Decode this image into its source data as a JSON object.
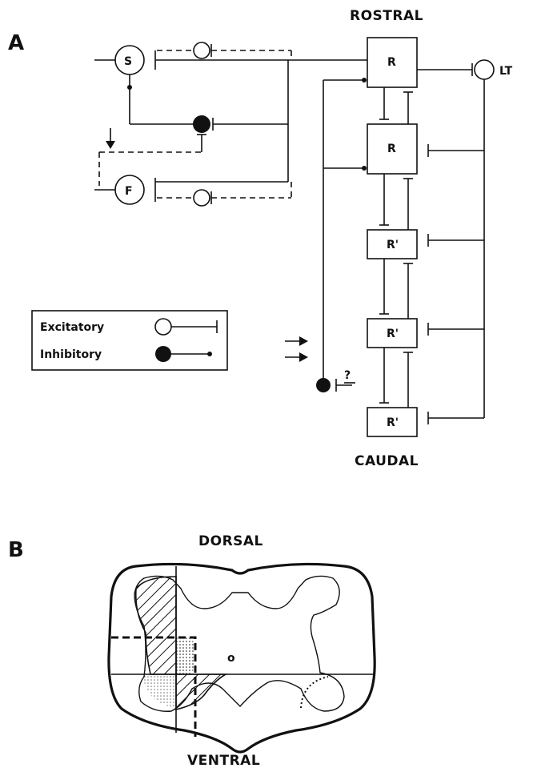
{
  "panel_a": {
    "label": "A",
    "rostral": "ROSTRAL",
    "caudal": "CAUDAL",
    "node_s": "S",
    "node_f": "F",
    "node_lt": "LT",
    "boxes": [
      "R",
      "R",
      "R'",
      "R'",
      "R'"
    ],
    "question": "?",
    "legend": {
      "excitatory": "Excitatory",
      "inhibitory": "Inhibitory"
    }
  },
  "panel_b": {
    "label": "B",
    "dorsal": "DORSAL",
    "ventral": "VENTRAL",
    "center": "o"
  }
}
